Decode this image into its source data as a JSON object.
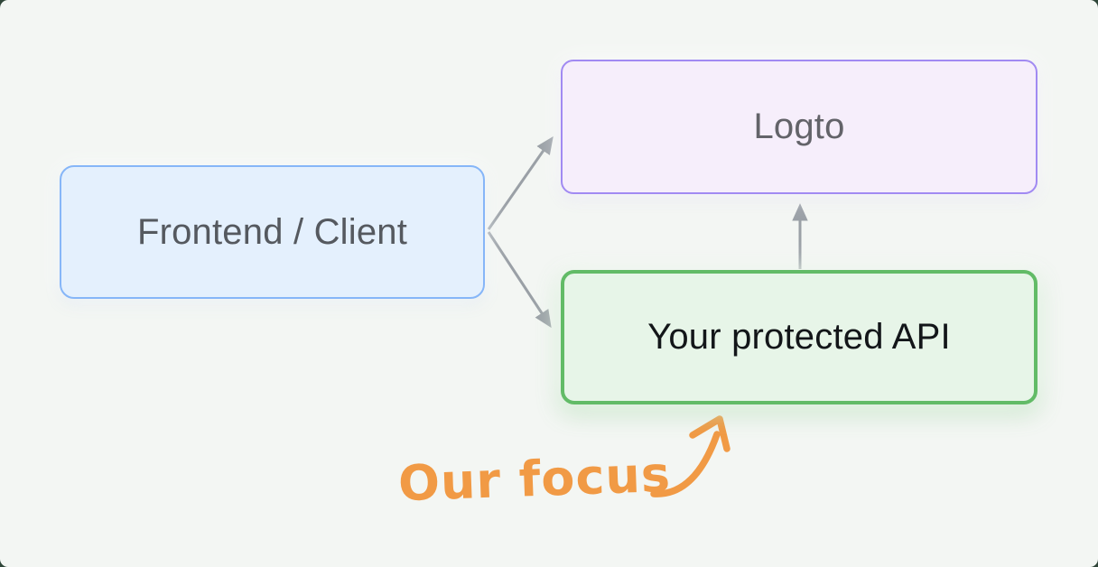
{
  "canvas": {
    "outer_background": "#2f4639",
    "background": "#f3f6f3"
  },
  "diagram": {
    "nodes": [
      {
        "id": "frontend-client",
        "label": "Frontend / Client",
        "fill": "#e4f0fd",
        "border_color": "#86b6f8",
        "text_color": "#55595f"
      },
      {
        "id": "logto",
        "label": "Logto",
        "fill": "#f6eefb",
        "border_color": "#a18af2",
        "text_color": "#636369"
      },
      {
        "id": "protected-api",
        "label": "Your protected API",
        "fill": "#e7f5e8",
        "border_color": "#62bb67",
        "text_color": "#131619"
      }
    ],
    "edges": [
      {
        "id": "frontend-to-logto",
        "from": "frontend-client",
        "to": "logto",
        "color": "#9aa0a6"
      },
      {
        "id": "frontend-to-api",
        "from": "frontend-client",
        "to": "protected-api",
        "color": "#9aa0a6"
      },
      {
        "id": "api-to-logto",
        "from": "protected-api",
        "to": "logto",
        "color": "#9aa0a6"
      }
    ],
    "annotation": {
      "label": "Our focus",
      "color": "#f19a45",
      "target": "protected-api"
    }
  }
}
